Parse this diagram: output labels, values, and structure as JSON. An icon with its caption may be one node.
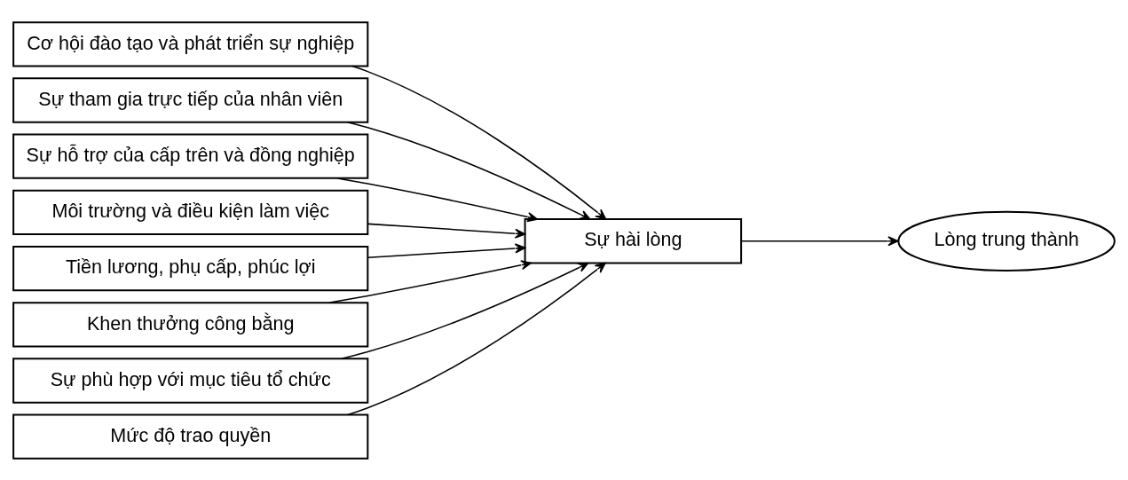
{
  "diagram": {
    "nodes": [
      {
        "text": [
          "Cơ hội đào tạo và phát triển sự nghiệp"
        ]
      },
      {
        "text": [
          "Sự tham gia trực tiếp của nhân viên"
        ]
      },
      {
        "text": [
          "Sự hỗ trợ của cấp trên và đồng nghiệp"
        ]
      },
      {
        "text": [
          "Môi trường và điều kiện làm việc"
        ]
      },
      {
        "text": [
          "Tiền lương, phụ cấp, phúc lợi"
        ]
      },
      {
        "text": [
          "Khen thưởng công bằng"
        ]
      },
      {
        "text": [
          "Sự phù hợp với mục tiêu tổ chức"
        ]
      },
      {
        "text": [
          "Mức độ trao quyền"
        ]
      },
      {
        "text": [
          "Sự hài lòng"
        ]
      },
      {
        "text": [
          "Lòng trung thành"
        ]
      }
    ],
    "edges": [
      {
        "from": 0,
        "to": 8,
        "arrow": "to"
      },
      {
        "from": 1,
        "to": 8,
        "arrow": "to"
      },
      {
        "from": 2,
        "to": 8,
        "arrow": "to"
      },
      {
        "from": 3,
        "to": 8,
        "arrow": "to"
      },
      {
        "from": 4,
        "to": 8,
        "arrow": "to"
      },
      {
        "from": 5,
        "to": 8,
        "arrow": "to"
      },
      {
        "from": 6,
        "to": 8,
        "arrow": "to"
      },
      {
        "from": 7,
        "to": 8,
        "arrow": "to"
      },
      {
        "from": 8,
        "to": 9,
        "arrow": "to"
      }
    ]
  }
}
